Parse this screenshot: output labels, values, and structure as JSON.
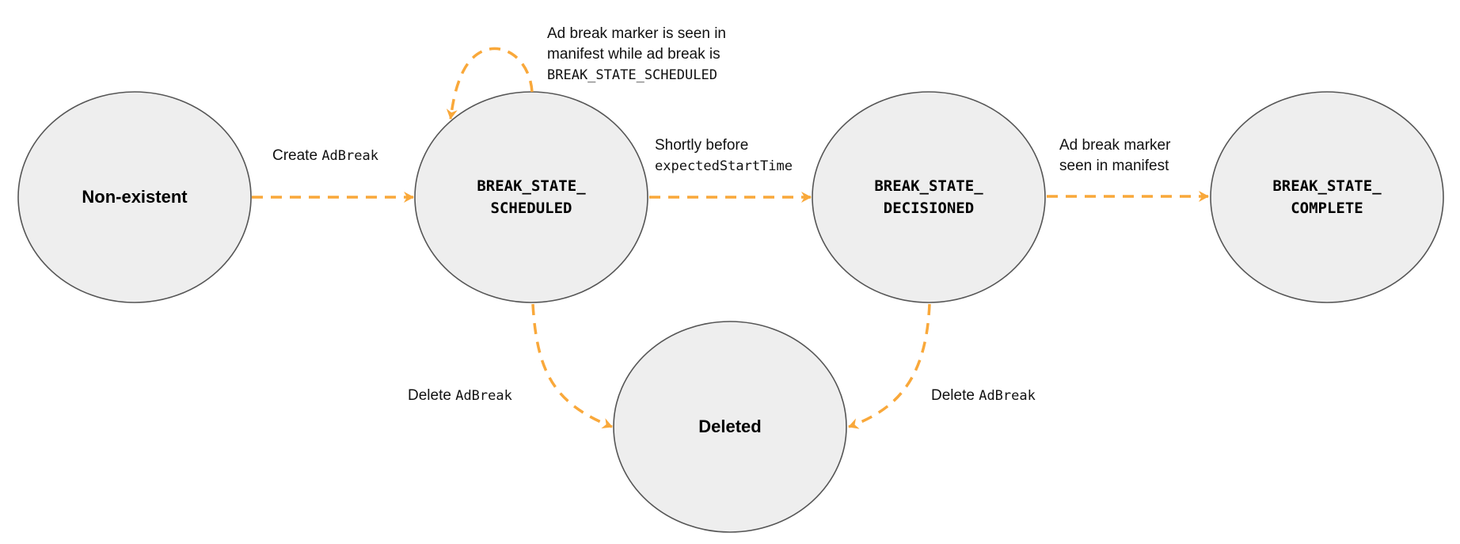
{
  "colors": {
    "arrow": "#F9A83A",
    "node_fill": "#EEEEEE",
    "node_stroke": "#555555"
  },
  "nodes": {
    "nonexistent": {
      "label": "Non-existent"
    },
    "scheduled": {
      "line1": "BREAK_STATE_",
      "line2": "SCHEDULED"
    },
    "decisioned": {
      "line1": "BREAK_STATE_",
      "line2": "DECISIONED"
    },
    "complete": {
      "line1": "BREAK_STATE_",
      "line2": "COMPLETE"
    },
    "deleted": {
      "label": "Deleted"
    }
  },
  "edges": {
    "create": {
      "text": "Create ",
      "code": "AdBreak"
    },
    "self_loop": {
      "line1": "Ad break marker is seen in",
      "line2": "manifest while ad break is",
      "code": "BREAK_STATE_SCHEDULED"
    },
    "shortly": {
      "line1": "Shortly before",
      "code": "expectedStartTime"
    },
    "marker_seen": {
      "line1": "Ad break marker",
      "line2": "seen in manifest"
    },
    "delete_left": {
      "text": "Delete ",
      "code": "AdBreak"
    },
    "delete_right": {
      "text": "Delete ",
      "code": "AdBreak"
    }
  }
}
